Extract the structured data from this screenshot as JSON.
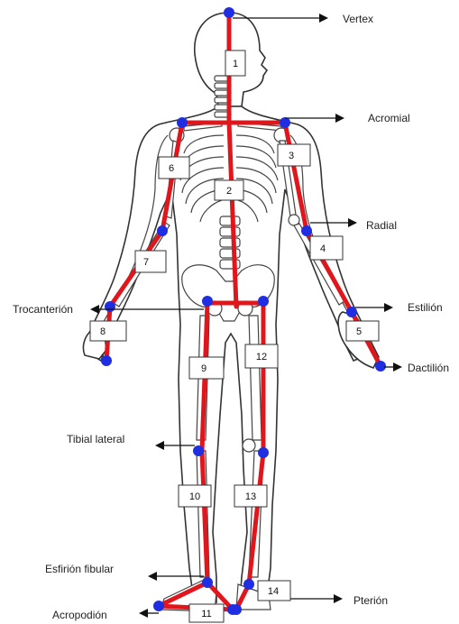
{
  "colors": {
    "segment": "#e0161d",
    "landmark": "#1f2ee0",
    "outline": "#333333"
  },
  "landmarks": {
    "vertex": "Vertex",
    "acromial": "Acromial",
    "radial": "Radial",
    "trocanterion": "Trocanterión",
    "estilion": "Estilión",
    "dactilion": "Dactilión",
    "tibial_lateral": "Tibial lateral",
    "esfirion_fibular": "Esfirión fibular",
    "acropodion": "Acropodión",
    "pterion": "Pterión"
  },
  "segments": {
    "s1": "1",
    "s2": "2",
    "s3": "3",
    "s4": "4",
    "s5": "5",
    "s6": "6",
    "s7": "7",
    "s8": "8",
    "s9": "9",
    "s10": "10",
    "s11": "11",
    "s12": "12",
    "s13": "13",
    "s14": "14"
  }
}
